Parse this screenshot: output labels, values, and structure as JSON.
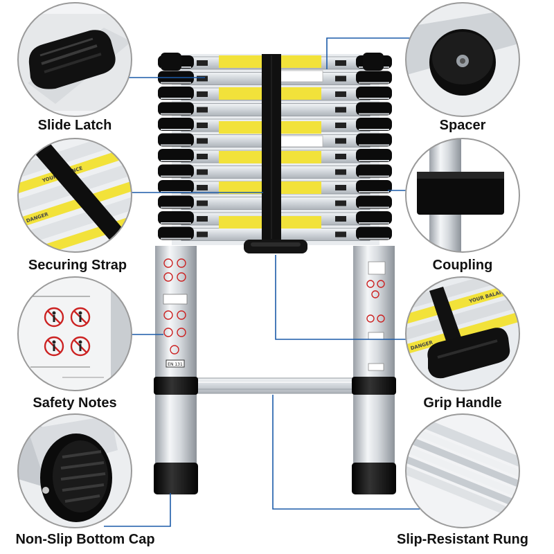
{
  "callouts": {
    "slide_latch": "Slide Latch",
    "spacer": "Spacer",
    "securing_strap": "Securing Strap",
    "coupling": "Coupling",
    "safety_notes": "Safety Notes",
    "grip_handle": "Grip Handle",
    "non_slip_bottom_cap": "Non-Slip Bottom Cap",
    "slip_resistant_rung": "Slip-Resistant Rung"
  },
  "stickers": {
    "danger": "DANGER",
    "your_balance": "YOUR BALANCE",
    "en131": "EN 131"
  },
  "colors": {
    "leader_line": "#1a5aa8",
    "sticker_yellow": "#f2e23a",
    "rubber_black": "#111111",
    "aluminium": "#d9dde2",
    "warning_red": "#cc2222"
  }
}
